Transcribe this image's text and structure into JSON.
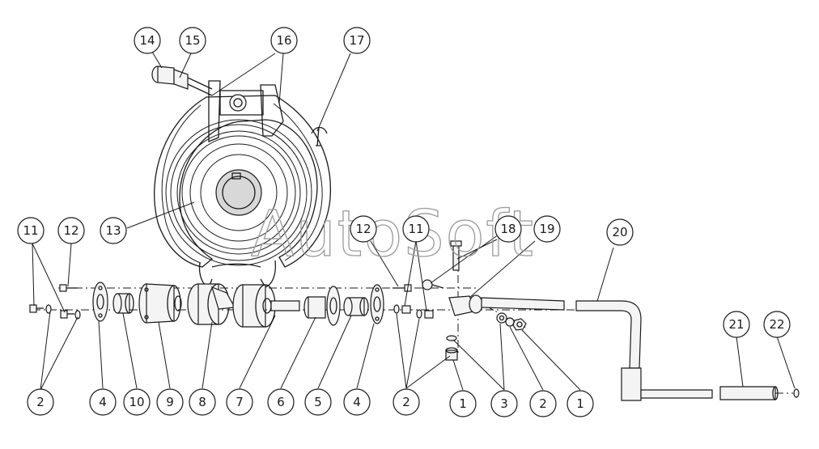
{
  "watermark": "AutoSoft",
  "callouts": {
    "c14": "14",
    "c15": "15",
    "c16": "16",
    "c17": "17",
    "c11a": "11",
    "c12a": "12",
    "c13": "13",
    "c12b": "12",
    "c11b": "11",
    "c18": "18",
    "c19": "19",
    "c20": "20",
    "c21": "21",
    "c22": "22",
    "b2a": "2",
    "b4a": "4",
    "b10": "10",
    "b9": "9",
    "b8": "8",
    "b7": "7",
    "b6": "6",
    "b5": "5",
    "b4b": "4",
    "b2b": "2",
    "b1a": "1",
    "b3": "3",
    "b2c": "2",
    "b1b": "1"
  }
}
